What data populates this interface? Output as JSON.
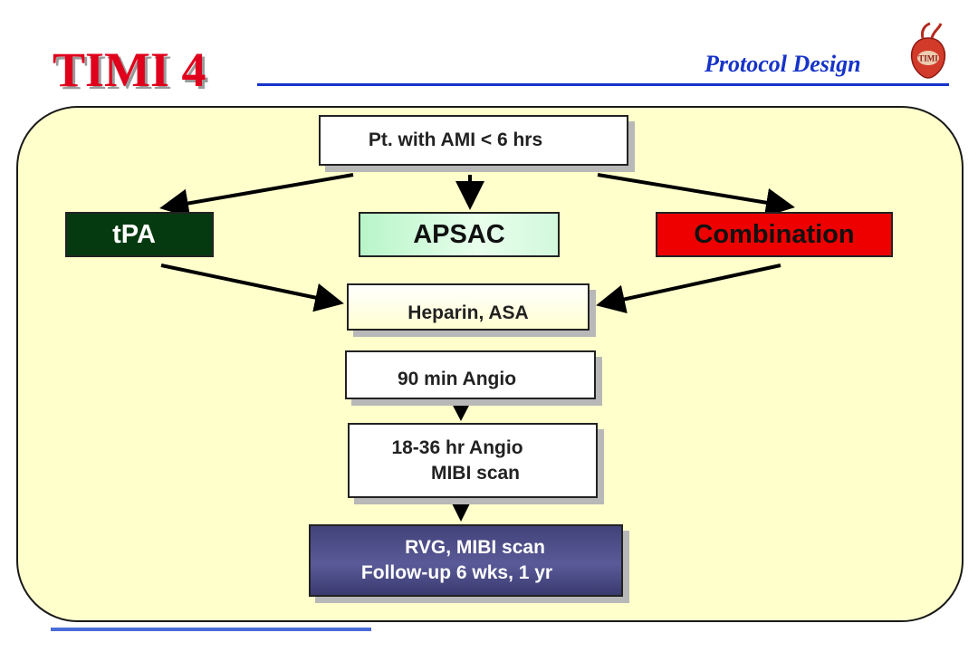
{
  "header": {
    "title": "TIMI 4",
    "subtitle": "Protocol Design",
    "logo_text": "TIMI"
  },
  "colors": {
    "title_red": "#e0001c",
    "subtitle_blue": "#1633c9",
    "panel_fill": "#ffffcc",
    "tpa_fill": "#053a10",
    "apsac_fill": "#c8f8d4",
    "combination_fill": "#ee0000",
    "rvg_fill": "#4a4a88"
  },
  "flow": {
    "patient": "Pt. with AMI < 6 hrs",
    "arms": {
      "tpa": "tPA",
      "apsac": "APSAC",
      "combination": "Combination"
    },
    "heparin": "Heparin, ASA",
    "angio_90": "90 min Angio",
    "angio_18_36": {
      "line1": "18-36 hr Angio",
      "line2": "MIBI scan"
    },
    "followup": {
      "line1": "RVG, MIBI scan",
      "line2": "Follow-up 6 wks, 1 yr"
    }
  }
}
